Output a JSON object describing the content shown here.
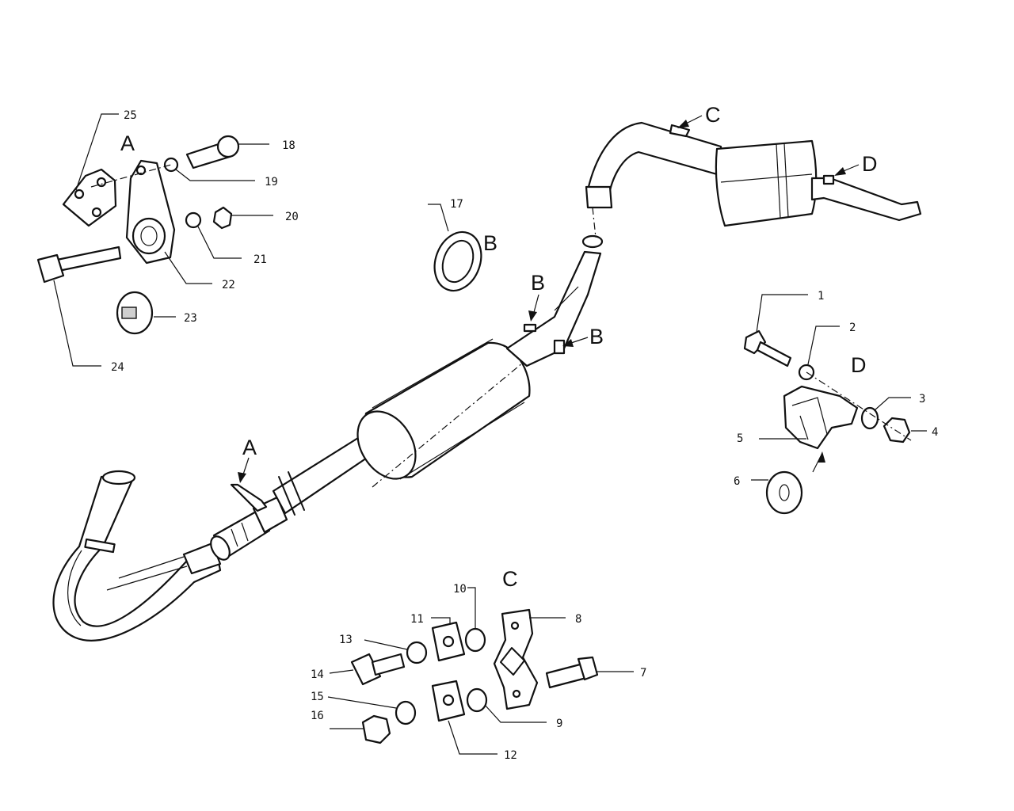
{
  "diagram": {
    "callouts": [
      {
        "id": "n1",
        "text": "1"
      },
      {
        "id": "n2",
        "text": "2"
      },
      {
        "id": "n3",
        "text": "3"
      },
      {
        "id": "n4",
        "text": "4"
      },
      {
        "id": "n5",
        "text": "5"
      },
      {
        "id": "n6",
        "text": "6"
      },
      {
        "id": "n7",
        "text": "7"
      },
      {
        "id": "n8",
        "text": "8"
      },
      {
        "id": "n9",
        "text": "9"
      },
      {
        "id": "n10",
        "text": "10"
      },
      {
        "id": "n11",
        "text": "11"
      },
      {
        "id": "n12",
        "text": "12"
      },
      {
        "id": "n13",
        "text": "13"
      },
      {
        "id": "n14",
        "text": "14"
      },
      {
        "id": "n15",
        "text": "15"
      },
      {
        "id": "n16",
        "text": "16"
      },
      {
        "id": "n17",
        "text": "17"
      },
      {
        "id": "n18",
        "text": "18"
      },
      {
        "id": "n19",
        "text": "19"
      },
      {
        "id": "n20",
        "text": "20"
      },
      {
        "id": "n21",
        "text": "21"
      },
      {
        "id": "n22",
        "text": "22"
      },
      {
        "id": "n23",
        "text": "23"
      },
      {
        "id": "n24",
        "text": "24"
      },
      {
        "id": "n25",
        "text": "25"
      }
    ],
    "detail_letters": {
      "A": "A",
      "B": "B",
      "C": "C",
      "D": "D"
    }
  }
}
